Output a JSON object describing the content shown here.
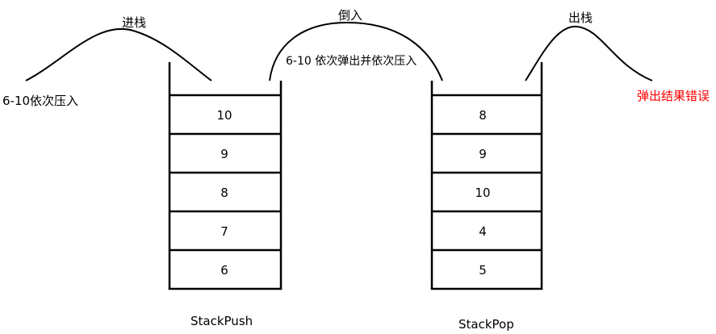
{
  "arrows": {
    "push_label": "进栈",
    "reverse_label": "倒入",
    "pop_label": "出栈"
  },
  "notes": {
    "push_note": "6-10依次压入",
    "reverse_note": "6-10 依次弹出并依次压入",
    "error_note": "弹出结果错误",
    "error_color": "#ff0000"
  },
  "stacks": {
    "push": {
      "name": "StackPush",
      "cells": [
        "10",
        "9",
        "8",
        "7",
        "6"
      ]
    },
    "pop": {
      "name": "StackPop",
      "cells": [
        "8",
        "9",
        "10",
        "4",
        "5"
      ]
    }
  }
}
